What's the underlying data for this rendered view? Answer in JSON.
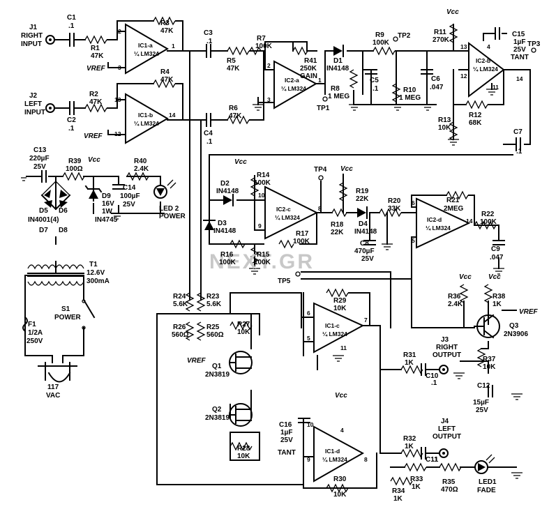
{
  "title": "",
  "jacks": {
    "j1": [
      "J1",
      "RIGHT",
      "INPUT"
    ],
    "j2": [
      "J2",
      "LEFT",
      "INPUT"
    ],
    "j3": [
      "J3",
      "RIGHT",
      "OUTPUT"
    ],
    "j4": [
      "J4",
      "LEFT",
      "OUTPUT"
    ]
  },
  "opamps": {
    "ic1a": {
      "name": "IC1-a",
      "part": "¼ LM324",
      "pins": [
        "2",
        "3",
        "1"
      ]
    },
    "ic1b": {
      "name": "IC1-b",
      "part": "¼ LM324",
      "pins": [
        "13",
        "12",
        "14"
      ]
    },
    "ic2a": {
      "name": "IC2-a",
      "part": "¼ LM324",
      "pins": [
        "2",
        "3",
        "1"
      ]
    },
    "ic2b": {
      "name": "IC2-b",
      "part": "¼ LM324",
      "pins": [
        "13",
        "12",
        "14",
        "4",
        "11"
      ]
    },
    "ic2c": {
      "name": "IC2-c",
      "part": "¼ LM324",
      "pins": [
        "10",
        "9",
        "8"
      ]
    },
    "ic2d": {
      "name": "IC2-d",
      "part": "¼ LM324",
      "pins": [
        "6",
        "5",
        "14"
      ]
    },
    "ic1c": {
      "name": "IC1-c",
      "part": "¼ LM324",
      "pins": [
        "6",
        "5",
        "7",
        "11"
      ]
    },
    "ic1d": {
      "name": "IC1-d",
      "part": "¼ LM324",
      "pins": [
        "10",
        "9",
        "8",
        "4"
      ]
    }
  },
  "resistors": {
    "r1": [
      "R1",
      "47K"
    ],
    "r2": [
      "R2",
      "47K"
    ],
    "r3": [
      "R3",
      "47K"
    ],
    "r4": [
      "R4",
      "47K"
    ],
    "r5": [
      "R5",
      "47K"
    ],
    "r6": [
      "R6",
      "47K"
    ],
    "r7": [
      "R7",
      "100K"
    ],
    "r8": [
      "R8",
      "1 MEG"
    ],
    "r9": [
      "R9",
      "100K"
    ],
    "r10": [
      "R10",
      "1 MEG"
    ],
    "r11": [
      "R11",
      "270K"
    ],
    "r12": [
      "R12",
      "68K"
    ],
    "r13": [
      "R13",
      "10K"
    ],
    "r14": [
      "R14",
      "100K"
    ],
    "r15": [
      "R15",
      "100K"
    ],
    "r16": [
      "R16",
      "100K"
    ],
    "r17": [
      "R17",
      "100K"
    ],
    "r18": [
      "R18",
      "22K"
    ],
    "r19": [
      "R19",
      "22K"
    ],
    "r20": [
      "R20",
      "33K"
    ],
    "r21": [
      "R21",
      "2MEG"
    ],
    "r22": [
      "R22",
      "100K"
    ],
    "r23": [
      "R23",
      "5.6K"
    ],
    "r24": [
      "R24",
      "5.6K"
    ],
    "r25": [
      "R25",
      "560Ω"
    ],
    "r26": [
      "R26",
      "560Ω"
    ],
    "r27": [
      "R27",
      "10K"
    ],
    "r28": [
      "R28",
      "10K"
    ],
    "r29": [
      "R29",
      "10K"
    ],
    "r30": [
      "R30",
      "10K"
    ],
    "r31": [
      "R31",
      "1K"
    ],
    "r32": [
      "R32",
      "1K"
    ],
    "r33": [
      "R33",
      "1K"
    ],
    "r34": [
      "R34",
      "1K"
    ],
    "r35": [
      "R35",
      "470Ω"
    ],
    "r36": [
      "R36",
      "2.4K"
    ],
    "r37": [
      "R37",
      "10K"
    ],
    "r38": [
      "R38",
      "1K"
    ],
    "r39": [
      "R39",
      "100Ω"
    ],
    "r40": [
      "R40",
      "2.4K"
    ],
    "r41": [
      "R41",
      "250K",
      "GAIN"
    ]
  },
  "capacitors": {
    "c1": [
      "C1",
      ".1"
    ],
    "c2": [
      "C2",
      ".1"
    ],
    "c3": [
      "C3",
      ".1"
    ],
    "c4": [
      "C4",
      ".1"
    ],
    "c5": [
      "C5",
      ".1"
    ],
    "c6": [
      "C6",
      ".047"
    ],
    "c7": [
      "C7",
      ".1"
    ],
    "c8": [
      "C8",
      "470µF",
      "25V"
    ],
    "c9": [
      "C9",
      ".047"
    ],
    "c10": [
      "C10",
      ".1"
    ],
    "c11": [
      "C11",
      ".1"
    ],
    "c12": [
      "C12",
      "15µF",
      "25V"
    ],
    "c13": [
      "C13",
      "220µF",
      "25V"
    ],
    "c14": [
      "C14",
      "100µF",
      "25V"
    ],
    "c15": [
      "C15",
      "1µF",
      "25V",
      "TANT"
    ],
    "c16": [
      "C16",
      "1µF",
      "25V",
      "TANT"
    ]
  },
  "diodes": {
    "d1": [
      "D1",
      "IN4148"
    ],
    "d2": [
      "D2",
      "IN4148"
    ],
    "d3": [
      "D3",
      "IN4148"
    ],
    "d4": [
      "D4",
      "IN4148"
    ],
    "d5": "D5",
    "d6": "D6",
    "d7": "D7",
    "d8": "D8",
    "bridge_part": "IN4001(4)",
    "d9": [
      "D9",
      "16V",
      "1W",
      "IN4745"
    ]
  },
  "leds": {
    "led1": [
      "LED1",
      "FADE"
    ],
    "led2": [
      "LED 2",
      "POWER"
    ]
  },
  "transistors": {
    "q1": [
      "Q1",
      "2N3819"
    ],
    "q2": [
      "Q2",
      "2N3819"
    ],
    "q3": [
      "Q3",
      "2N3906"
    ]
  },
  "testpoints": [
    "TP1",
    "TP2",
    "TP3",
    "TP4",
    "TP5"
  ],
  "power": {
    "t1": [
      "T1",
      "12.6V",
      "300mA"
    ],
    "s1": [
      "S1",
      "POWER"
    ],
    "f1": [
      "F1",
      "1/2A",
      "250V"
    ],
    "plug": [
      "117",
      "VAC"
    ],
    "vcc": "Vcc",
    "vref": "VREF"
  },
  "watermark": "NEXT.GR"
}
